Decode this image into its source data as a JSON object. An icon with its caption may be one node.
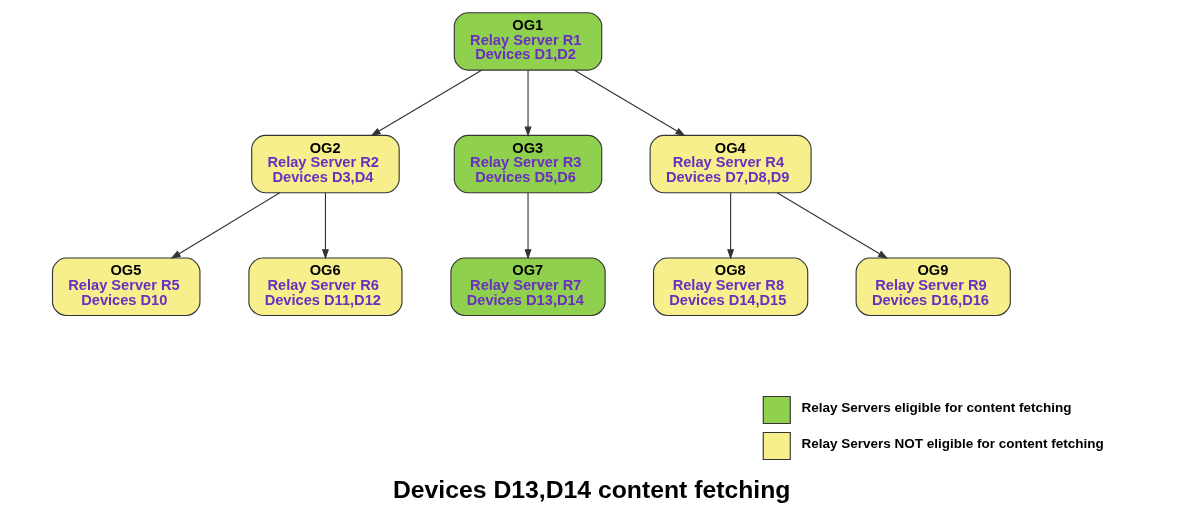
{
  "diagram": {
    "title": "Devices D13,D14 content fetching",
    "nodes": [
      {
        "text": [
          "OG1",
          "Relay Server R1",
          "Devices D1,D2"
        ]
      },
      {
        "text": [
          "OG2",
          "Relay Server R2",
          "Devices D3,D4"
        ]
      },
      {
        "text": [
          "OG3",
          "Relay Server R3",
          "Devices D5,D6"
        ]
      },
      {
        "text": [
          "OG4",
          "Relay Server R4",
          "Devices D7,D8,D9"
        ]
      },
      {
        "text": [
          "OG5",
          "Relay Server R5",
          "Devices D10"
        ]
      },
      {
        "text": [
          "OG6",
          "Relay Server R6",
          "Devices D11,D12"
        ]
      },
      {
        "text": [
          "OG7",
          "Relay Server R7",
          "Devices D13,D14"
        ]
      },
      {
        "text": [
          "OG8",
          "Relay Server R8",
          "Devices D14,D15"
        ]
      },
      {
        "text": [
          "OG9",
          "Relay Server R9",
          "Devices D16,D16"
        ]
      }
    ],
    "edges": [
      {
        "from": 0,
        "to": 1,
        "arrow": "to"
      },
      {
        "from": 0,
        "to": 2,
        "arrow": "to"
      },
      {
        "from": 0,
        "to": 3,
        "arrow": "to"
      },
      {
        "from": 1,
        "to": 4,
        "arrow": "to"
      },
      {
        "from": 1,
        "to": 5,
        "arrow": "to"
      },
      {
        "from": 2,
        "to": 6,
        "arrow": "to"
      },
      {
        "from": 3,
        "to": 7,
        "arrow": "to"
      },
      {
        "from": 3,
        "to": 8,
        "arrow": "to"
      }
    ],
    "legend": [
      {
        "text": "Relay Servers eligible for content fetching",
        "color": "#8fd14f"
      },
      {
        "text": "Relay Servers NOT eligible for content fetching",
        "color": "#f6ef8c"
      }
    ]
  }
}
